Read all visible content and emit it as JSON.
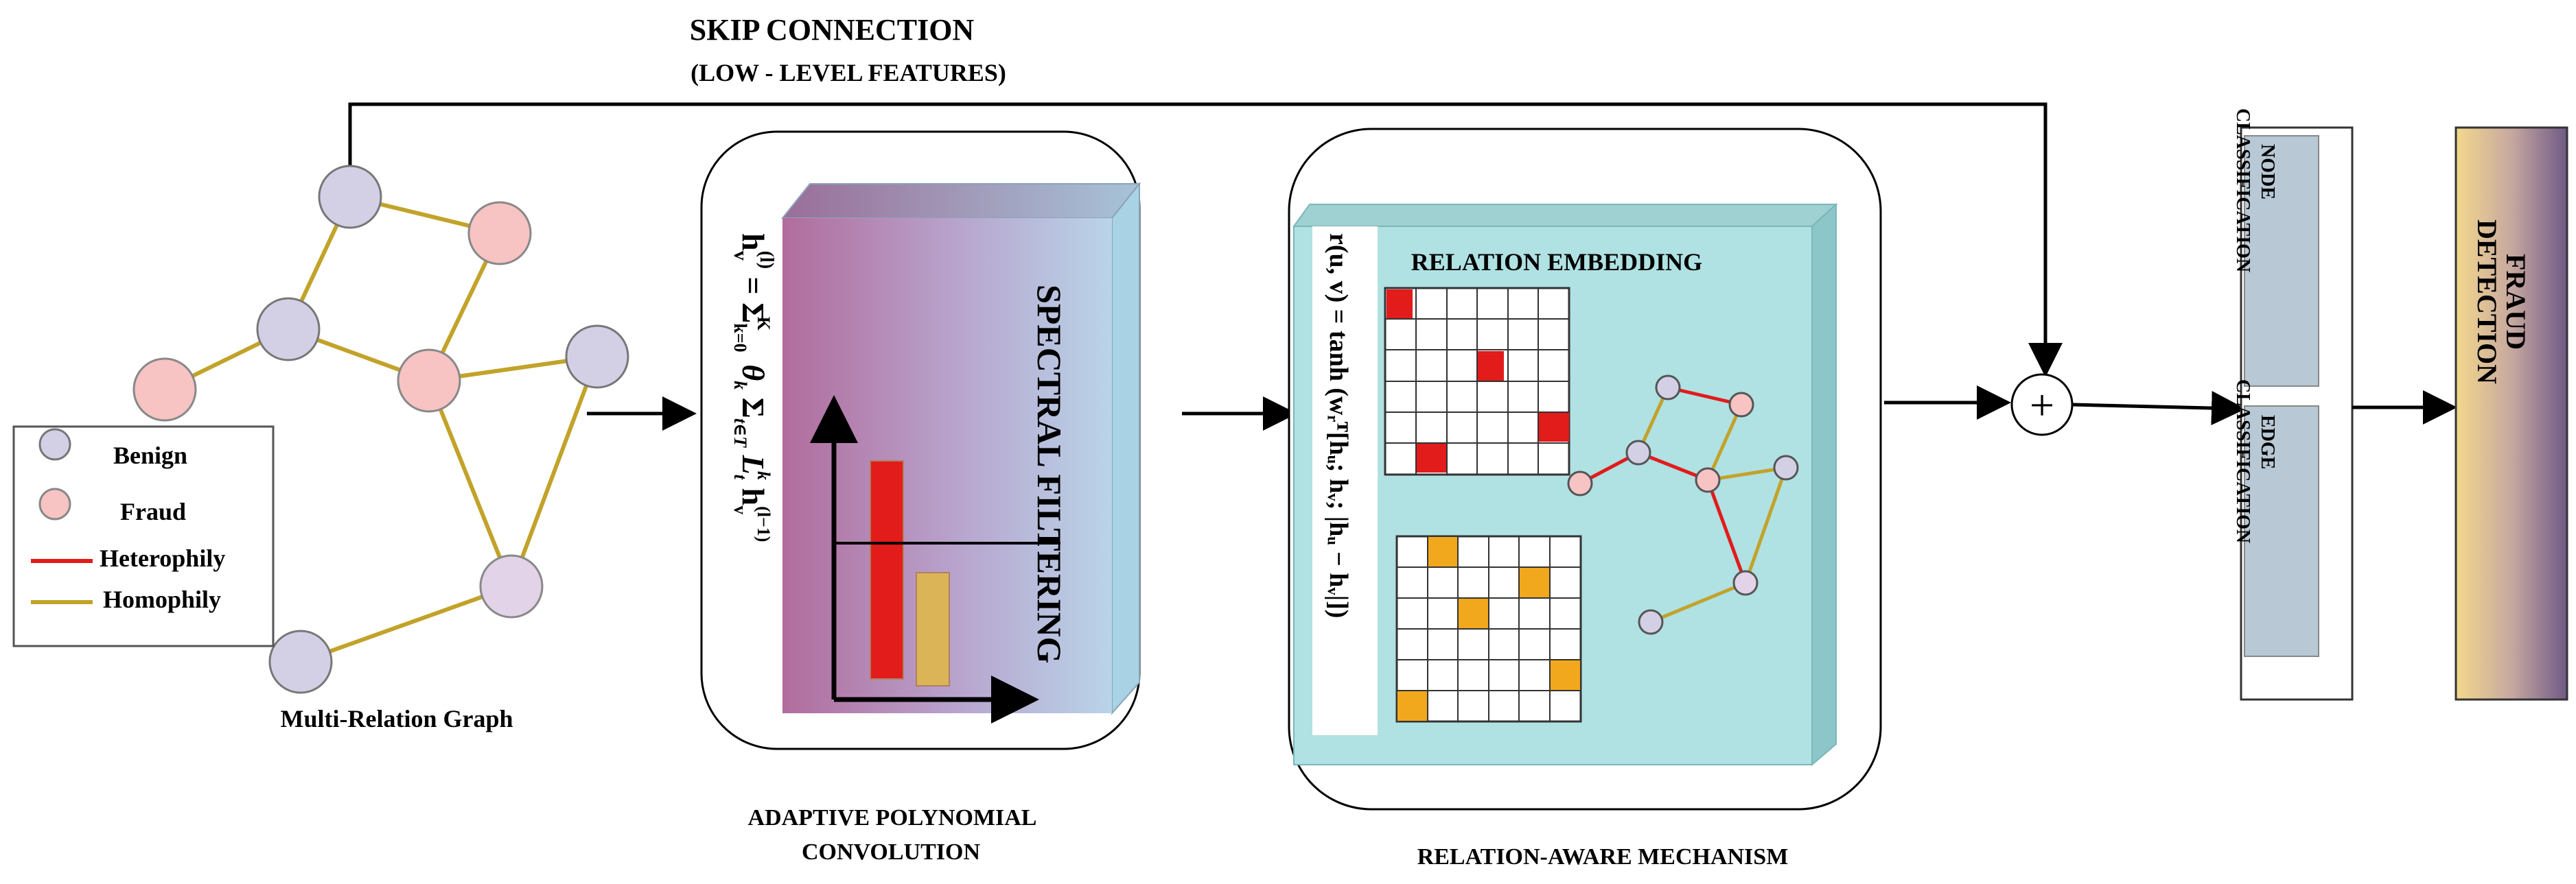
{
  "skip_connection": {
    "title": "SKIP CONNECTION",
    "subtitle": "(LOW - LEVEL FEATURES)"
  },
  "graph": {
    "caption": "Multi-Relation Graph",
    "legend": {
      "benign": "Benign",
      "fraud": "Fraud",
      "heterophily": "Heterophily",
      "homophily": "Homophily"
    }
  },
  "convolution": {
    "panel_label": "SPECTRAL FILTERING",
    "formula": {
      "lhs": "h",
      "lhs_sub": "v",
      "lhs_sup": "(l)",
      "eq": " = ",
      "sum1": "Σ",
      "sum1_sub": "k=0",
      "sum1_sup": "K",
      "theta": " θ",
      "theta_sub": "k",
      "sum2": " Σ",
      "sum2_sub": "t∈T",
      "L": " L",
      "L_sub": "t",
      "L_sup": "k",
      "h": " h",
      "h_sub": "v",
      "h_sup": "(l−1)"
    },
    "caption_line1": "ADAPTIVE POLYNOMIAL",
    "caption_line2": "CONVOLUTION"
  },
  "relation": {
    "panel_label": "RELATION EMBEDDING",
    "formula": "r(u, v) = tanh (wᵣᵀ[hᵤ; hᵥ; |hᵤ − hᵥ|])",
    "caption": "RELATION-AWARE MECHANISM"
  },
  "classification": {
    "node": "NODE CLASSIFICATION",
    "edge": "EDGE CLASSIFICATION"
  },
  "output": {
    "label_line1": "FRAUD",
    "label_line2": "DETECTION"
  },
  "sum_symbol": "+",
  "colors": {
    "benign": "#d3d0e6",
    "fraud": "#f7c3c3",
    "heterophily": "#e21b1b",
    "homophily": "#c2a32a",
    "red_cell": "#e21b1b",
    "orange_cell": "#f2a81d",
    "teal_box": "#b0e1e3",
    "class_box": "#b8c8d4"
  }
}
